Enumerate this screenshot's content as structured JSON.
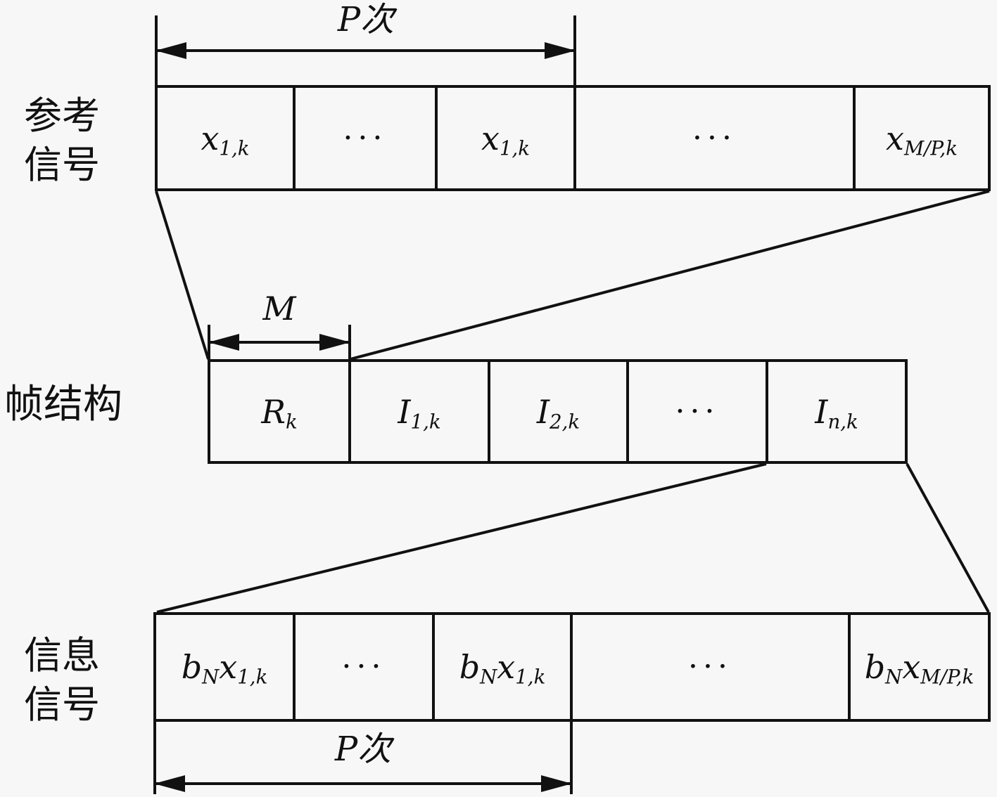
{
  "colors": {
    "line": "#111111",
    "background": "#f7f7f7"
  },
  "reference_row": {
    "label_line1": "参考",
    "label_line2": "信号",
    "dim_label": "P次",
    "cells": [
      {
        "base": "x",
        "sub": "1,k"
      },
      {
        "dots": "···"
      },
      {
        "base": "x",
        "sub": "1,k"
      },
      {
        "dots": "···"
      },
      {
        "base": "x",
        "sub": "M/P,k"
      }
    ]
  },
  "frame_row": {
    "label": "帧结构",
    "dim_label": "M",
    "cells": [
      {
        "base": "R",
        "sub": "k"
      },
      {
        "base": "I",
        "sub": "1,k"
      },
      {
        "base": "I",
        "sub": "2,k"
      },
      {
        "dots": "···"
      },
      {
        "base": "I",
        "sub": "n,k"
      }
    ]
  },
  "info_row": {
    "label_line1": "信息",
    "label_line2": "信号",
    "dim_label": "P次",
    "cells": [
      {
        "b": "b",
        "bsub": "N",
        "x": "x",
        "xsub": "1,k"
      },
      {
        "dots": "···"
      },
      {
        "b": "b",
        "bsub": "N",
        "x": "x",
        "xsub": "1,k"
      },
      {
        "dots": "···"
      },
      {
        "b": "b",
        "bsub": "N",
        "x": "x",
        "xsub": "M/P,k"
      }
    ]
  }
}
